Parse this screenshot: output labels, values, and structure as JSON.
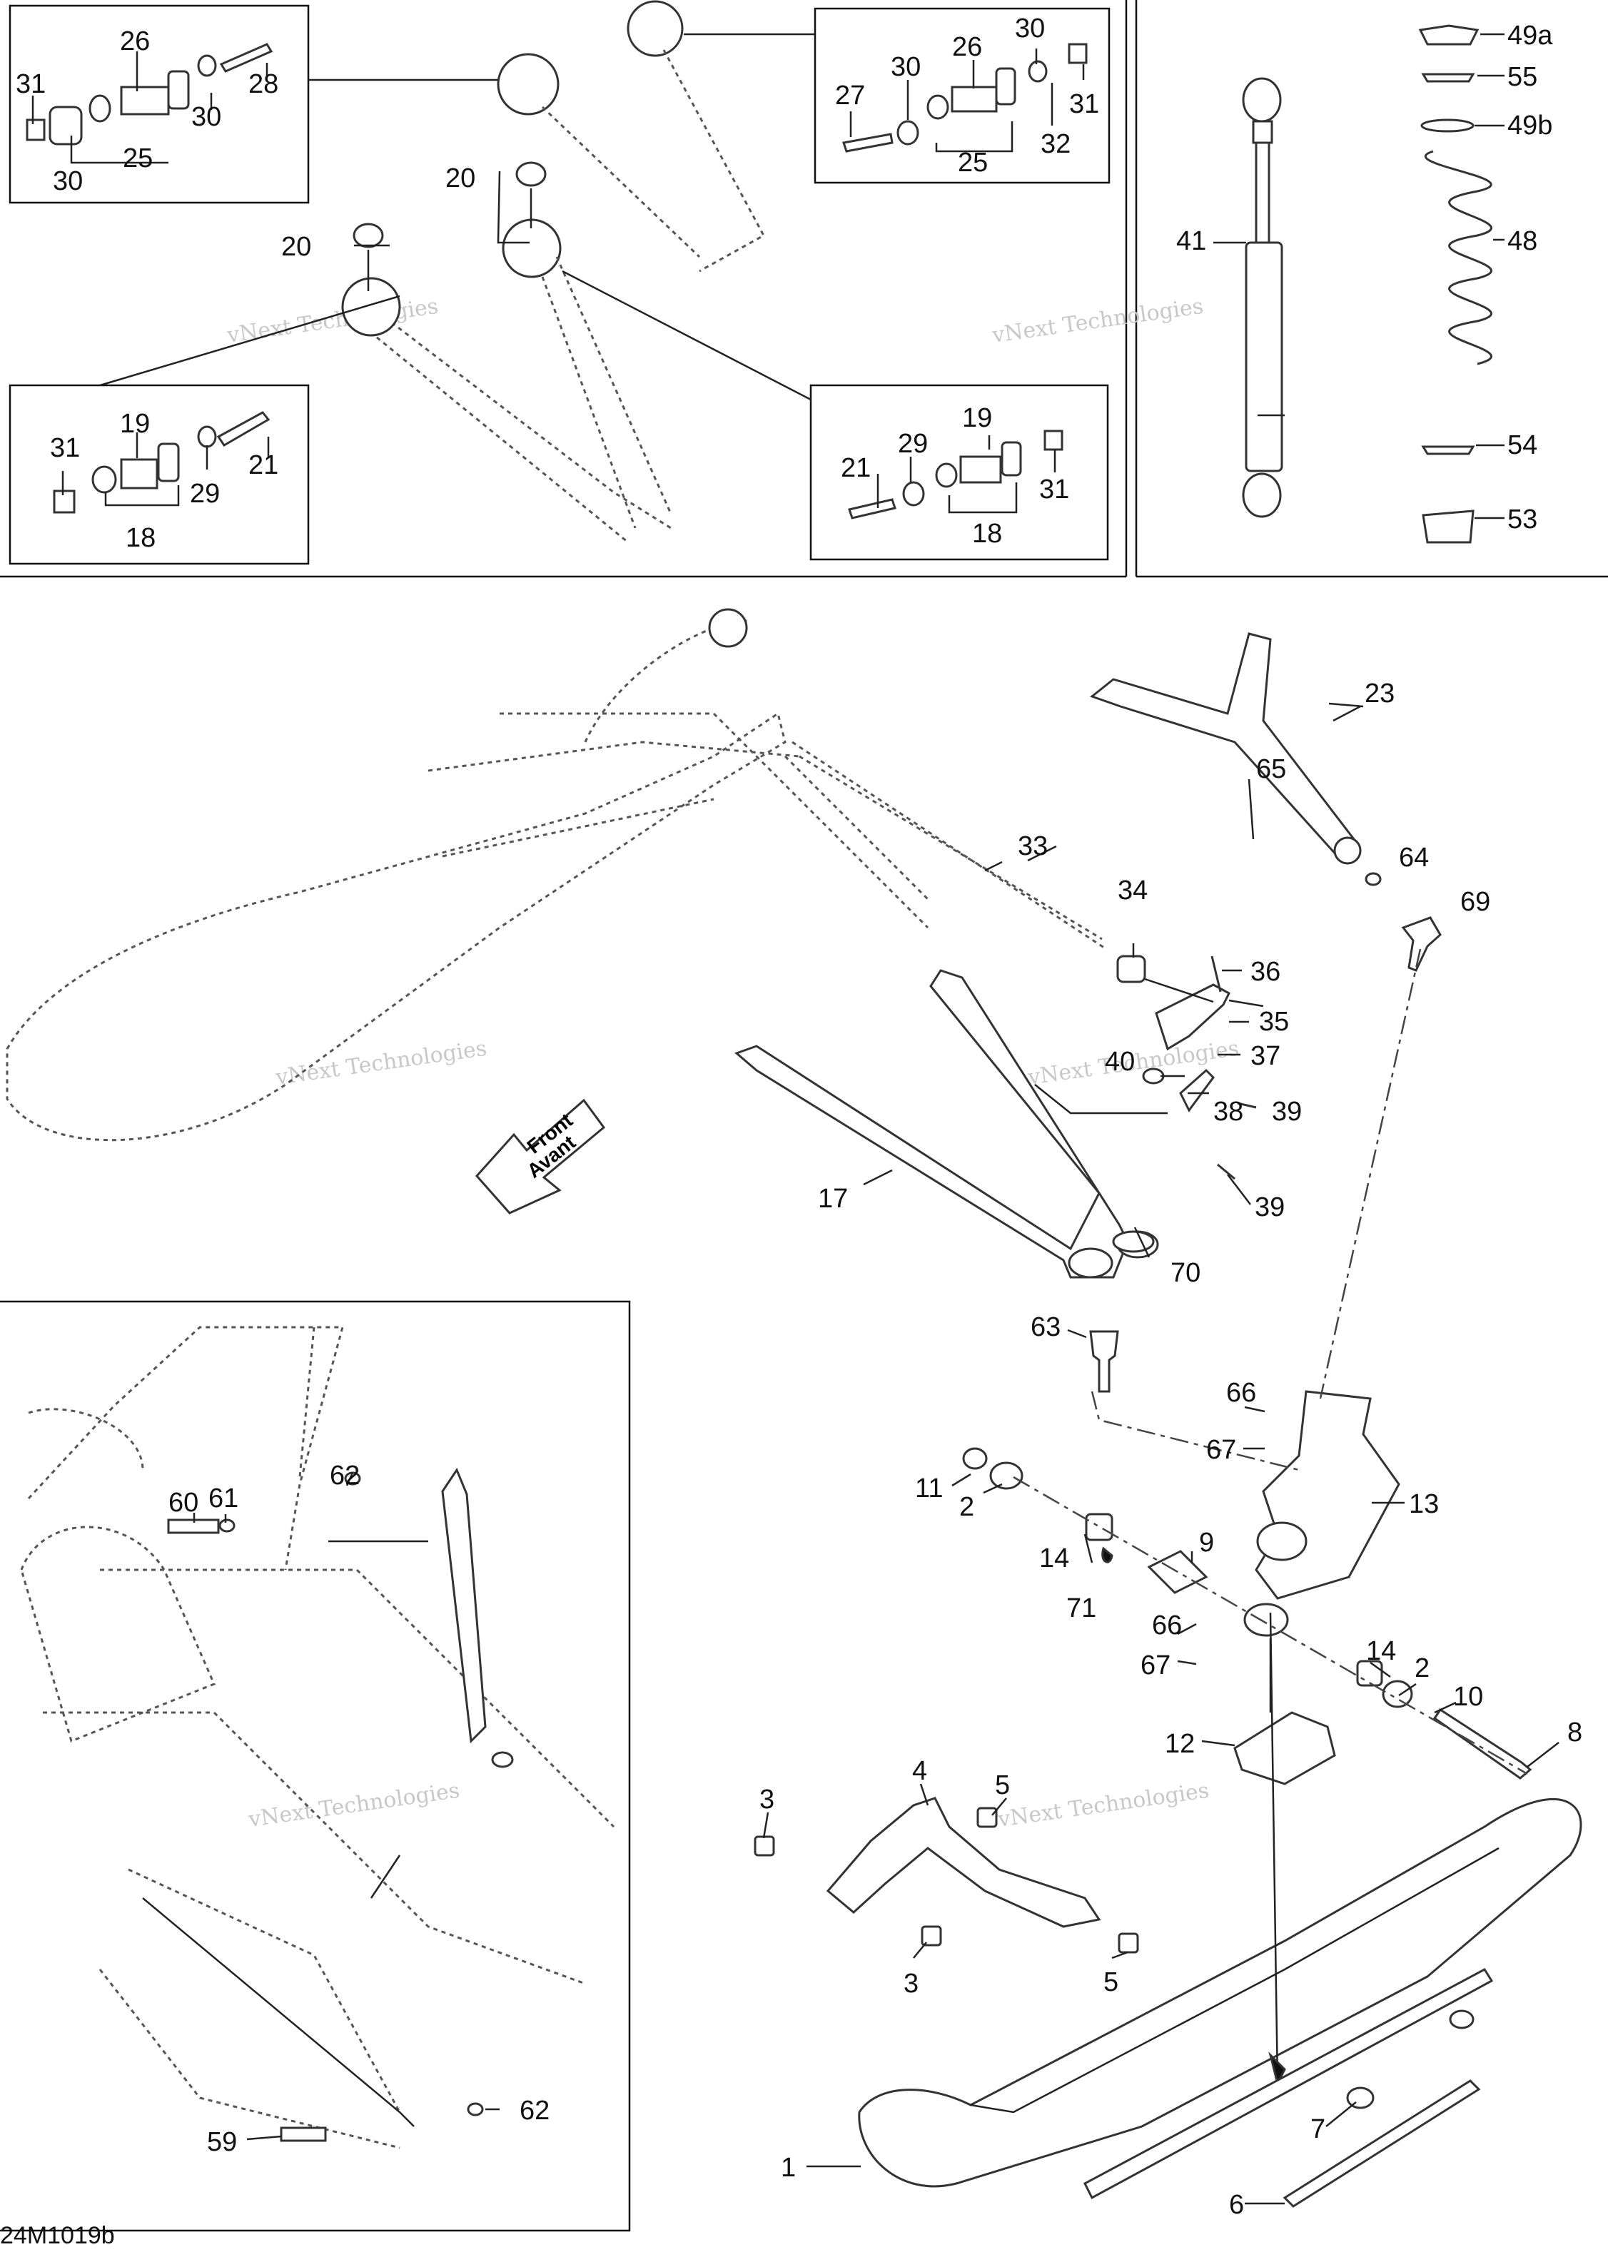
{
  "document": {
    "code": "24M1019b",
    "watermark": "vNext Technologies",
    "arrow_label_en": "Front",
    "arrow_label_fr": "Avant"
  },
  "callouts": [
    {
      "id": "c31a",
      "text": "31"
    },
    {
      "id": "c26a",
      "text": "26"
    },
    {
      "id": "c28",
      "text": "28"
    },
    {
      "id": "c30a",
      "text": "30"
    },
    {
      "id": "c30b",
      "text": "30"
    },
    {
      "id": "c25a",
      "text": "25"
    },
    {
      "id": "c27",
      "text": "27"
    },
    {
      "id": "c30c",
      "text": "30"
    },
    {
      "id": "c26b",
      "text": "26"
    },
    {
      "id": "c30d",
      "text": "30"
    },
    {
      "id": "c31b",
      "text": "31"
    },
    {
      "id": "c32",
      "text": "32"
    },
    {
      "id": "c25b",
      "text": "25"
    },
    {
      "id": "c20a",
      "text": "20"
    },
    {
      "id": "c20b",
      "text": "20"
    },
    {
      "id": "c31c",
      "text": "31"
    },
    {
      "id": "c19a",
      "text": "19"
    },
    {
      "id": "c21a",
      "text": "21"
    },
    {
      "id": "c29a",
      "text": "29"
    },
    {
      "id": "c18a",
      "text": "18"
    },
    {
      "id": "c21b",
      "text": "21"
    },
    {
      "id": "c29b",
      "text": "29"
    },
    {
      "id": "c19b",
      "text": "19"
    },
    {
      "id": "c31d",
      "text": "31"
    },
    {
      "id": "c18b",
      "text": "18"
    },
    {
      "id": "c49a",
      "text": "49a"
    },
    {
      "id": "c55",
      "text": "55"
    },
    {
      "id": "c49b",
      "text": "49b"
    },
    {
      "id": "c48",
      "text": "48"
    },
    {
      "id": "c41",
      "text": "41"
    },
    {
      "id": "c54",
      "text": "54"
    },
    {
      "id": "c53",
      "text": "53"
    },
    {
      "id": "c23",
      "text": "23"
    },
    {
      "id": "c65",
      "text": "65"
    },
    {
      "id": "c64",
      "text": "64"
    },
    {
      "id": "c69",
      "text": "69"
    },
    {
      "id": "c33",
      "text": "33"
    },
    {
      "id": "c34",
      "text": "34"
    },
    {
      "id": "c36",
      "text": "36"
    },
    {
      "id": "c35",
      "text": "35"
    },
    {
      "id": "c40",
      "text": "40"
    },
    {
      "id": "c37",
      "text": "37"
    },
    {
      "id": "c38",
      "text": "38"
    },
    {
      "id": "c39a",
      "text": "39"
    },
    {
      "id": "c39b",
      "text": "39"
    },
    {
      "id": "c17",
      "text": "17"
    },
    {
      "id": "c70",
      "text": "70"
    },
    {
      "id": "c63",
      "text": "63"
    },
    {
      "id": "c66a",
      "text": "66"
    },
    {
      "id": "c67a",
      "text": "67"
    },
    {
      "id": "c13",
      "text": "13"
    },
    {
      "id": "c11",
      "text": "11"
    },
    {
      "id": "c2a",
      "text": "2"
    },
    {
      "id": "c9",
      "text": "9"
    },
    {
      "id": "c14a",
      "text": "14"
    },
    {
      "id": "c71",
      "text": "71"
    },
    {
      "id": "c66b",
      "text": "66"
    },
    {
      "id": "c67b",
      "text": "67"
    },
    {
      "id": "c14b",
      "text": "14"
    },
    {
      "id": "c2b",
      "text": "2"
    },
    {
      "id": "c10",
      "text": "10"
    },
    {
      "id": "c8",
      "text": "8"
    },
    {
      "id": "c12",
      "text": "12"
    },
    {
      "id": "c4",
      "text": "4"
    },
    {
      "id": "c5a",
      "text": "5"
    },
    {
      "id": "c3a",
      "text": "3"
    },
    {
      "id": "c3b",
      "text": "3"
    },
    {
      "id": "c5b",
      "text": "5"
    },
    {
      "id": "c1",
      "text": "1"
    },
    {
      "id": "c7",
      "text": "7"
    },
    {
      "id": "c6",
      "text": "6"
    },
    {
      "id": "c62a",
      "text": "62"
    },
    {
      "id": "c60",
      "text": "60"
    },
    {
      "id": "c61",
      "text": "61"
    },
    {
      "id": "c59",
      "text": "59"
    },
    {
      "id": "c62b",
      "text": "62"
    }
  ]
}
